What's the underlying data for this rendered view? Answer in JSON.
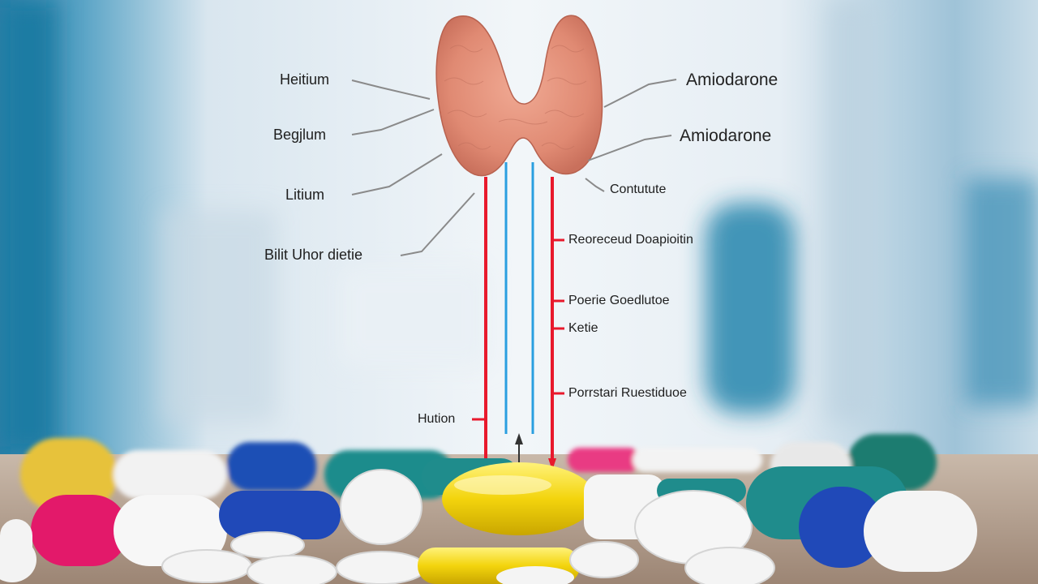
{
  "colors": {
    "red_line": "#e8192c",
    "blue_line": "#2a9fe0",
    "pointer_line": "#8a8a8a",
    "thyroid": "#e3907a"
  },
  "labels_left": [
    "Heitium",
    "Begjlum",
    "Litium",
    "Bilit Uhor dietie",
    "Hution"
  ],
  "labels_right": [
    "Amiodarone",
    "Amiodarone",
    "Contutute",
    "Reoreceud Doapioitin",
    "Poerie Goedlutoe",
    "Ketie",
    "Porrstari Ruestiduoe"
  ],
  "icons": [
    "thyroid-gland-icon",
    "pill-capsule-icon",
    "up-arrow-icon"
  ]
}
